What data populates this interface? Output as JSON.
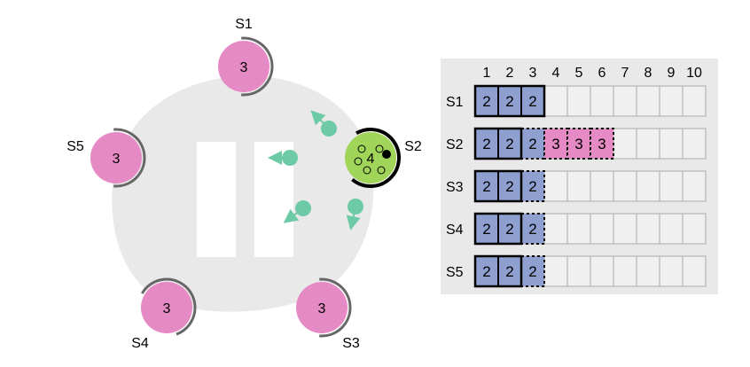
{
  "cluster": {
    "servers": [
      {
        "id": "S1",
        "term": "3",
        "role": "follower"
      },
      {
        "id": "S2",
        "term": "4",
        "role": "leader"
      },
      {
        "id": "S3",
        "term": "3",
        "role": "follower"
      },
      {
        "id": "S4",
        "term": "3",
        "role": "follower"
      },
      {
        "id": "S5",
        "term": "3",
        "role": "follower"
      }
    ],
    "colors": {
      "follower": "#e58ac4",
      "leader": "#a0d55a",
      "message": "#6ccaa6",
      "background": "#e9e9e9"
    }
  },
  "log_table": {
    "columns": [
      "1",
      "2",
      "3",
      "4",
      "5",
      "6",
      "7",
      "8",
      "9",
      "10"
    ],
    "rows": [
      {
        "server": "S1",
        "entries": [
          {
            "term": "2",
            "committed": true
          },
          {
            "term": "2",
            "committed": true
          },
          {
            "term": "2",
            "committed": true
          }
        ]
      },
      {
        "server": "S2",
        "entries": [
          {
            "term": "2",
            "committed": true
          },
          {
            "term": "2",
            "committed": true
          },
          {
            "term": "2",
            "committed": false
          },
          {
            "term": "3",
            "committed": false
          },
          {
            "term": "3",
            "committed": false
          },
          {
            "term": "3",
            "committed": false
          }
        ]
      },
      {
        "server": "S3",
        "entries": [
          {
            "term": "2",
            "committed": true
          },
          {
            "term": "2",
            "committed": true
          },
          {
            "term": "2",
            "committed": false
          }
        ]
      },
      {
        "server": "S4",
        "entries": [
          {
            "term": "2",
            "committed": true
          },
          {
            "term": "2",
            "committed": true
          },
          {
            "term": "2",
            "committed": false
          }
        ]
      },
      {
        "server": "S5",
        "entries": [
          {
            "term": "2",
            "committed": true
          },
          {
            "term": "2",
            "committed": true
          },
          {
            "term": "2",
            "committed": false
          }
        ]
      }
    ],
    "colors": {
      "term2": "#8e9fd0",
      "term3": "#e58ac4",
      "empty": "#f0f0f0",
      "panel": "#e9e9e9"
    }
  }
}
